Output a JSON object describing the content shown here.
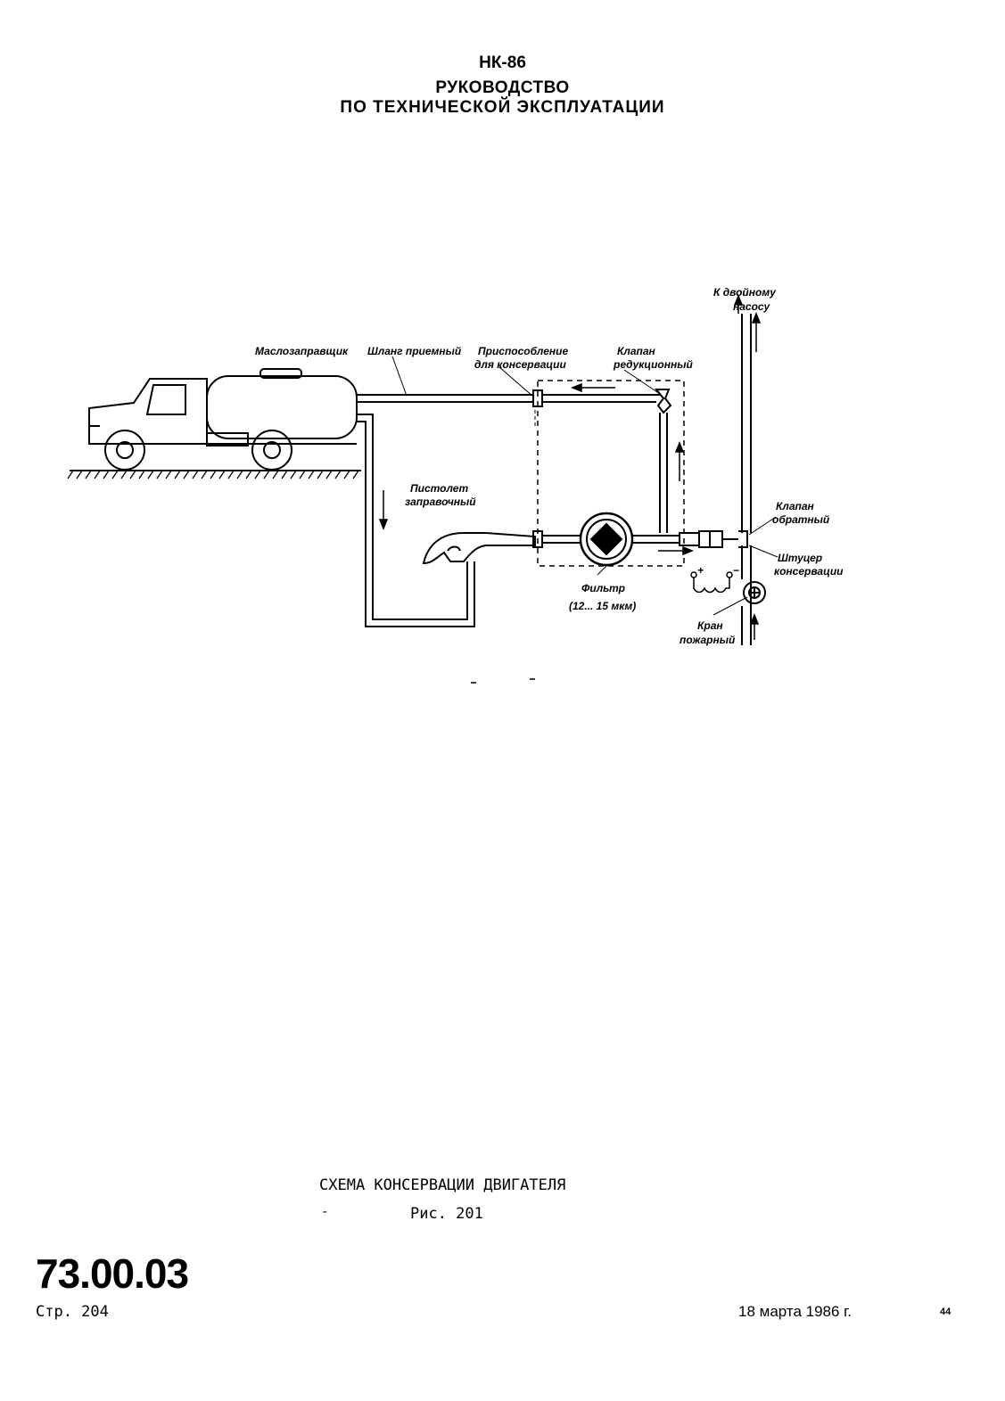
{
  "header": {
    "model": "НК-86",
    "manual_line1": "РУКОВОДСТВО",
    "manual_line2": "ПО ТЕХНИЧЕСКОЙ ЭКСПЛУАТАЦИИ"
  },
  "diagram": {
    "labels": {
      "tanker": "Маслозаправщик",
      "hose": "Шланг приемный",
      "device_l1": "Приспособление",
      "device_l2": "для консервации",
      "valve_red_l1": "Клапан",
      "valve_red_l2": "редукционный",
      "pump_l1": "К двойному",
      "pump_l2": "насосу",
      "gun_l1": "Пистолет",
      "gun_l2": "заправочный",
      "filter_l1": "Фильтр",
      "filter_l2": "(12... 15 мкм)",
      "check_l1": "Клапан",
      "check_l2": "обратный",
      "fitting_l1": "Штуцер",
      "fitting_l2": "консервации",
      "crane_l1": "Кран",
      "crane_l2": "пожарный",
      "plus": "+",
      "minus": "−"
    }
  },
  "caption": {
    "title": "СХЕМА КОНСЕРВАЦИИ ДВИГАТЕЛЯ",
    "figure": "Рис. 201",
    "dash": "-"
  },
  "footer": {
    "doc_number": "73.00.03",
    "page": "Стр. 204",
    "date": "18 марта 1986 г.",
    "sheet": "44"
  }
}
